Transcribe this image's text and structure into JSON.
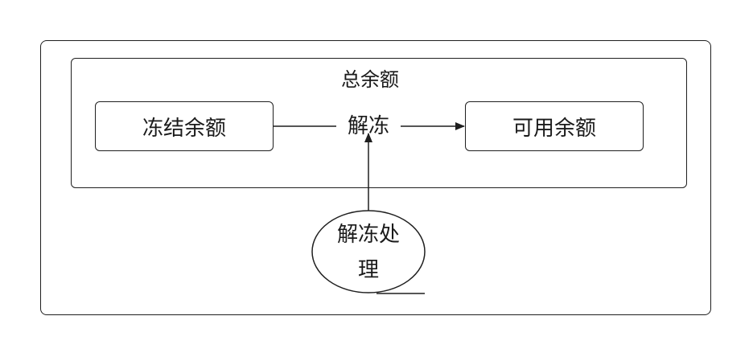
{
  "diagram": {
    "group_title": "总余额",
    "nodes": {
      "frozen_balance": "冻结余额",
      "available_balance": "可用余额",
      "process": "解冻处\n理"
    },
    "edge_label": "解冻"
  }
}
